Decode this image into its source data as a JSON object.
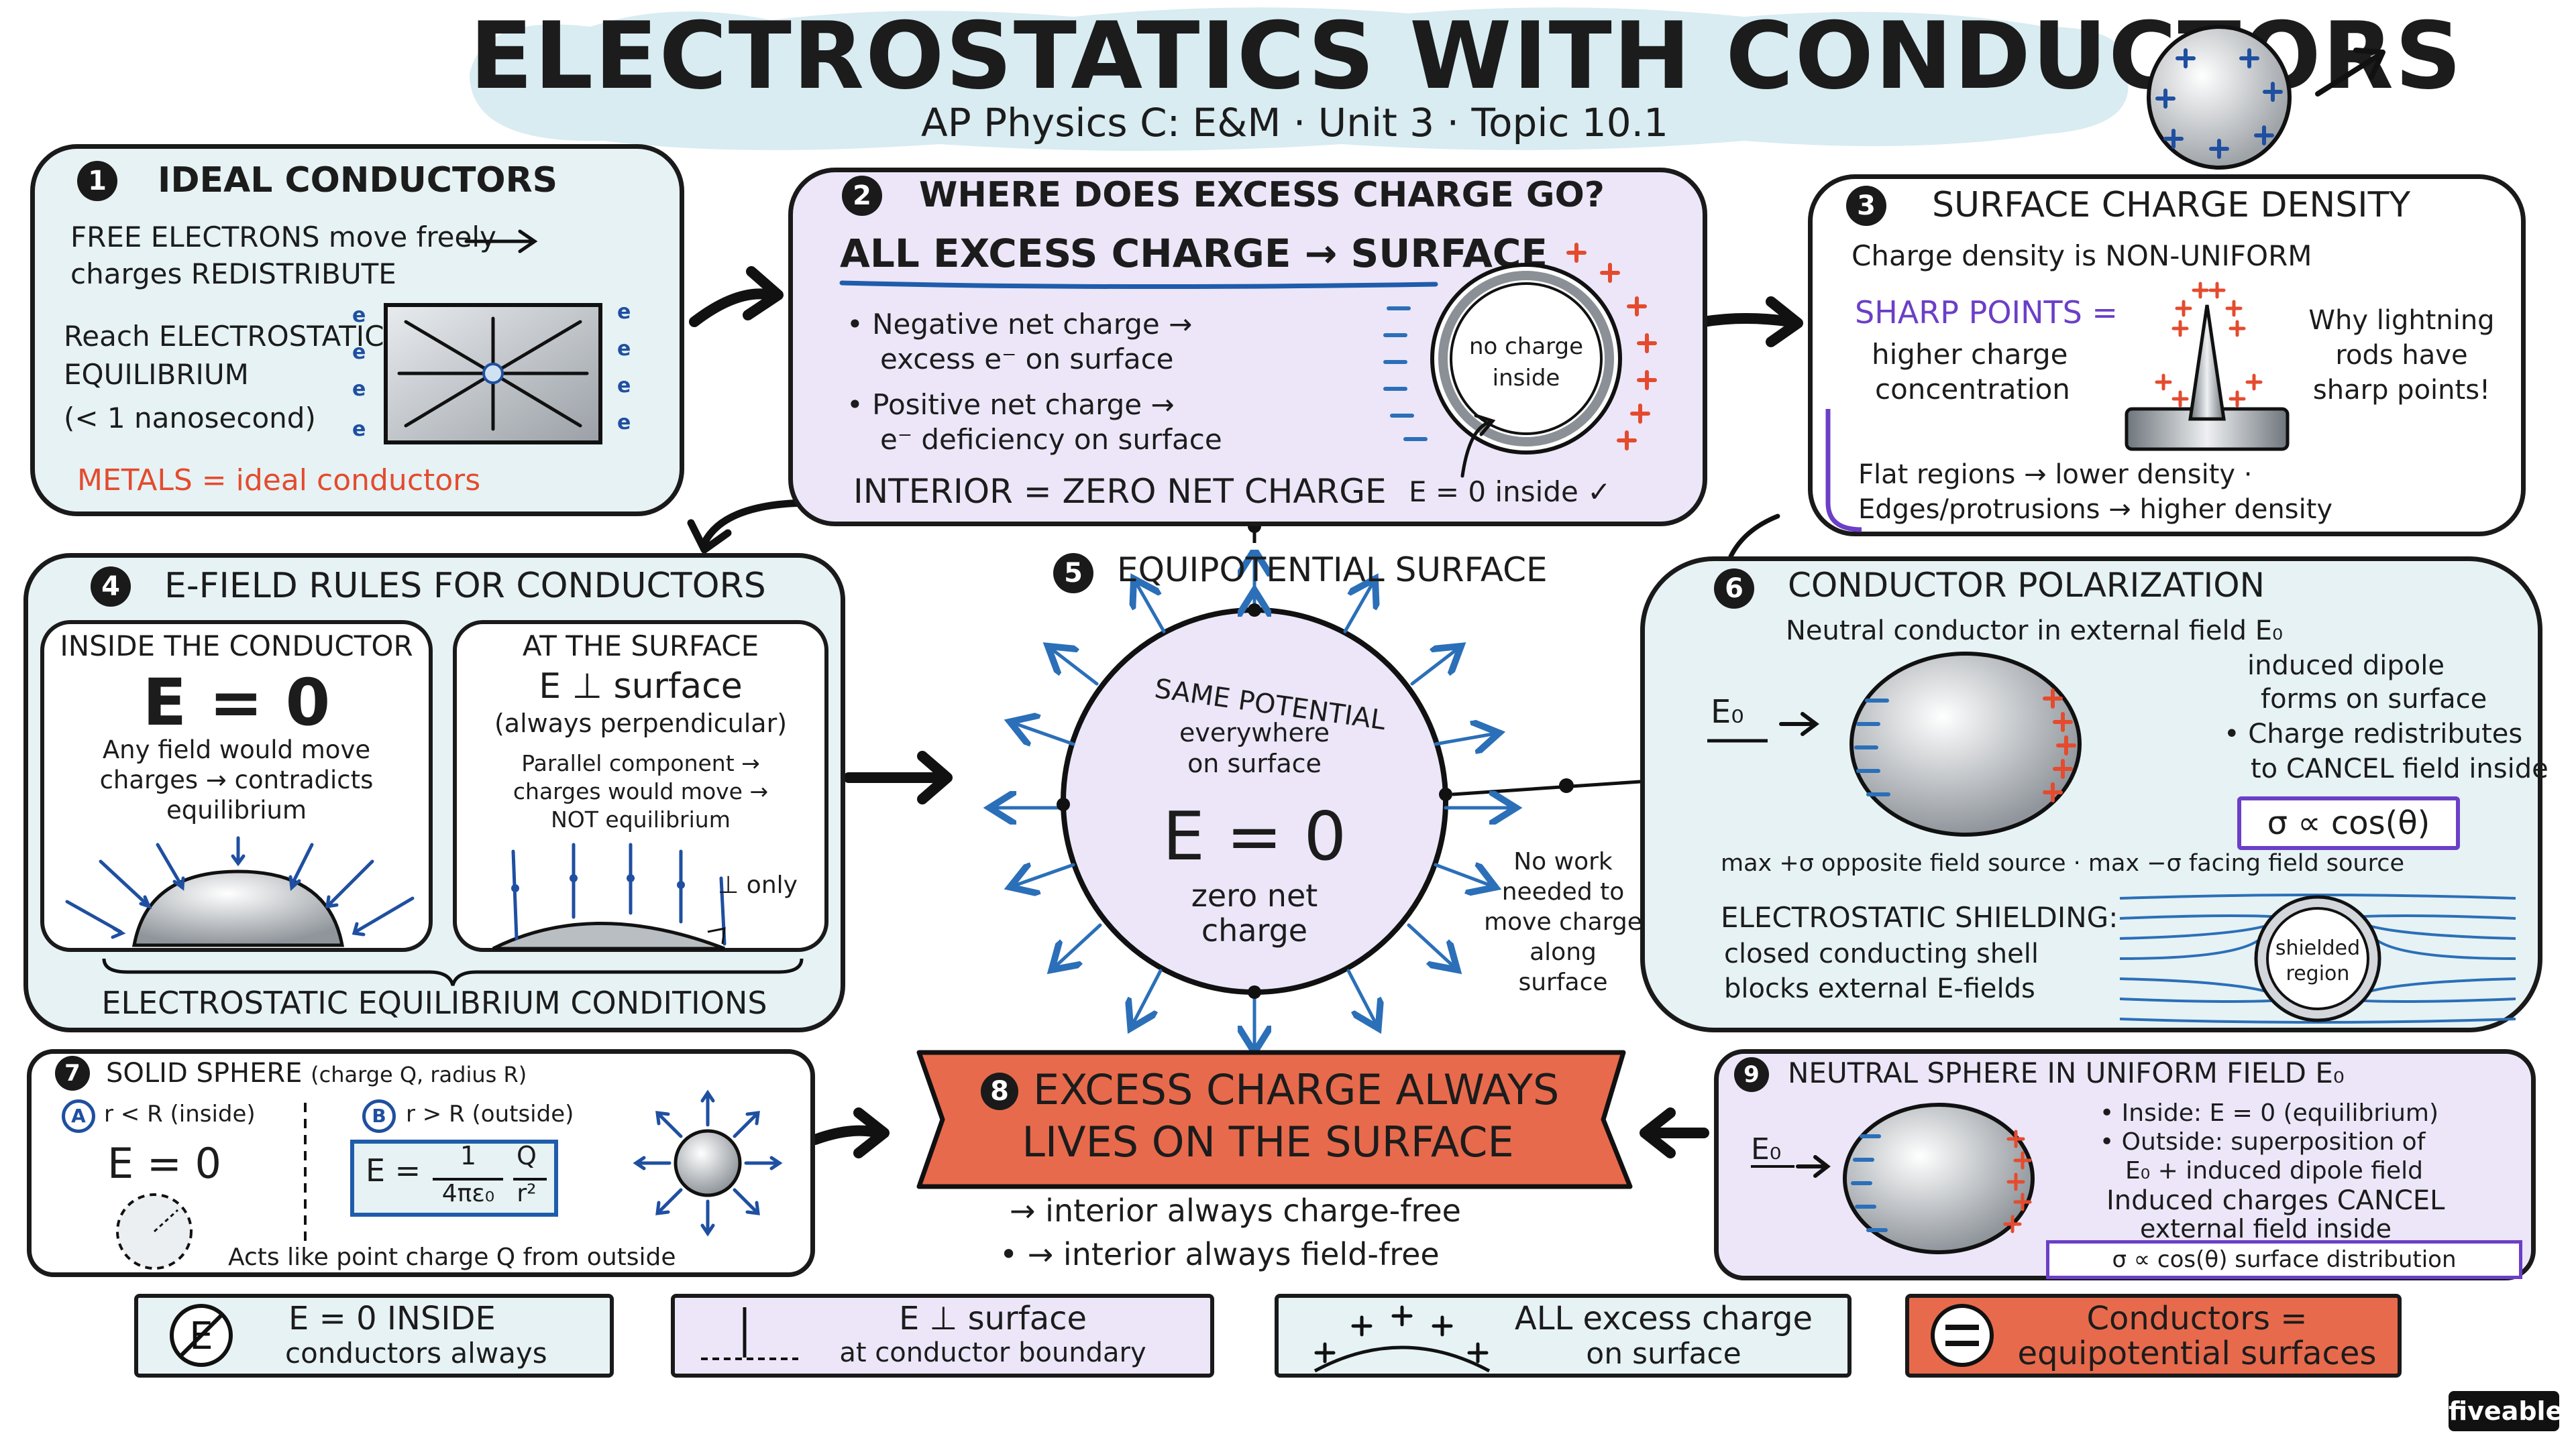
{
  "header": {
    "title": "ELECTROSTATICS WITH CONDUCTORS",
    "subtitle": "AP Physics C: E&M · Unit 3 · Topic 10.1"
  },
  "p1": {
    "num": "1",
    "title": "IDEAL CONDUCTORS",
    "l1": "FREE ELECTRONS move freely",
    "l2": "charges REDISTRIBUTE",
    "l3": "Reach ELECTROSTATIC",
    "l4": "EQUILIBRIUM",
    "l5": "(< 1 nanosecond)",
    "metals": "METALS = ideal conductors"
  },
  "p2": {
    "num": "2",
    "title": "WHERE DOES EXCESS CHARGE GO?",
    "headline": "ALL EXCESS CHARGE → SURFACE",
    "b1a": "• Negative net charge →",
    "b1b": "excess e⁻ on surface",
    "b2a": "• Positive net charge →",
    "b2b": "e⁻ deficiency on surface",
    "interior": "INTERIOR = ZERO NET CHARGE",
    "ring1": "no charge",
    "ring2": "inside",
    "einside": "E = 0 inside ✓"
  },
  "p3": {
    "num": "3",
    "title": "SURFACE CHARGE DENSITY",
    "l1": "Charge density is NON-UNIFORM",
    "sharp": "SHARP POINTS =",
    "h1": "higher charge",
    "h2": "concentration",
    "why1": "Why lightning",
    "why2": "rods have",
    "why3": "sharp points!",
    "flat": "Flat regions → lower density ·",
    "edges": "Edges/protrusions → higher density"
  },
  "p4": {
    "num": "4",
    "title": "E-FIELD RULES FOR CONDUCTORS",
    "left_title": "INSIDE THE CONDUCTOR",
    "left_big": "E = 0",
    "left1": "Any field would move",
    "left2": "charges → contradicts",
    "left3": "equilibrium",
    "right_title": "AT THE SURFACE",
    "right_big": "E ⊥ surface",
    "right_sub": "(always perpendicular)",
    "right1": "Parallel component →",
    "right2": "charges would move →",
    "right3": "NOT equilibrium",
    "perp_only": "⊥ only",
    "footer": "ELECTROSTATIC EQUILIBRIUM CONDITIONS"
  },
  "p5": {
    "num": "5",
    "title": "EQUIPOTENTIAL SURFACE",
    "c1": "SAME POTENTIAL",
    "c2": "everywhere",
    "c3": "on surface",
    "big": "E = 0",
    "z1": "zero net",
    "z2": "charge",
    "w1": "No work",
    "w2": "needed to",
    "w3": "move charge",
    "w4": "along",
    "w5": "surface"
  },
  "p6": {
    "num": "6",
    "title": "CONDUCTOR POLARIZATION",
    "sub": "Neutral conductor in external field E₀",
    "e0": "E₀",
    "r1": "induced dipole",
    "r2": "forms on surface",
    "r3": "• Charge redistributes",
    "r4": "to CANCEL field inside",
    "sigma": "σ ∝ cos(θ)",
    "maxline": "max +σ opposite field source · max −σ facing field source",
    "sh1": "ELECTROSTATIC SHIELDING:",
    "sh2": "closed conducting shell",
    "sh3": "blocks external E-fields",
    "shield1": "shielded",
    "shield2": "region"
  },
  "p7": {
    "num": "7",
    "title": "SOLID SPHERE",
    "title_small": "(charge Q, radius R)",
    "a": "A",
    "a_label": "r < R (inside)",
    "a_big": "E = 0",
    "b": "B",
    "b_label": "r > R (outside)",
    "f_e": "E =",
    "f_1": "1",
    "f_4pi": "4πε₀",
    "f_q": "Q",
    "f_r2": "r²",
    "bottom": "Acts like point charge Q from outside"
  },
  "p8": {
    "num": "8",
    "l1": "EXCESS CHARGE ALWAYS",
    "l2": "LIVES ON THE SURFACE",
    "s1": "→ interior always charge-free",
    "s2": "• → interior always field-free"
  },
  "p9": {
    "num": "9",
    "title": "NEUTRAL SPHERE IN UNIFORM FIELD E₀",
    "e0": "E₀",
    "b1": "• Inside: E = 0 (equilibrium)",
    "b2": "• Outside: superposition of",
    "b3": "E₀ + induced dipole field",
    "b4": "Induced charges CANCEL",
    "b5": "external field inside",
    "box": "σ ∝ cos(θ) surface distribution"
  },
  "summary": [
    {
      "l1": "E = 0 INSIDE",
      "l2": "conductors always"
    },
    {
      "l1": "E ⊥ surface",
      "l2": "at conductor boundary"
    },
    {
      "l1": "ALL excess charge",
      "l2": "on surface"
    },
    {
      "l1": "Conductors =",
      "l2": "equipotential surfaces"
    }
  ],
  "brand": "fiveable",
  "colors": {
    "panel_blue": "#e6f2f4",
    "panel_purple": "#ece6f8",
    "accent_red": "#e86a4c",
    "plus_red": "#e44b2e",
    "minus_blue": "#2b6fb8",
    "sharp_purple": "#6b3fc7"
  }
}
